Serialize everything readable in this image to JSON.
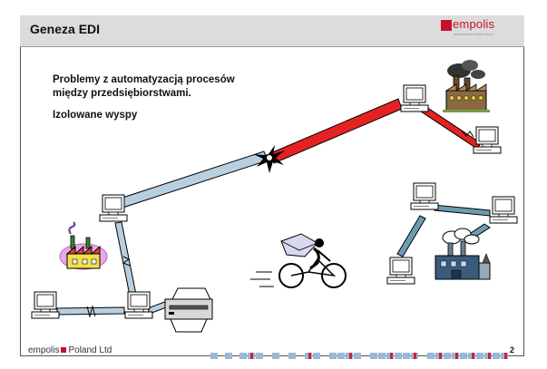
{
  "slide": {
    "title": "Geneza EDI",
    "logo_text": "empolis",
    "logo_subtext": "BERTELSMANN MEDIA GROUP",
    "problem_line1": "Problemy z automatyzacją procesów",
    "problem_line2": "między przedsiębiorstwami.",
    "isolated_islands": "Izolowane wyspy",
    "footer_company": "empolis",
    "footer_company_suffix": "Poland Ltd",
    "page_number": "2"
  },
  "colors": {
    "logo_red": "#c8102e",
    "link_blue": "#b8cfe0",
    "link_red": "#e52222",
    "link_teal": "#6b9cb2"
  },
  "icons": [
    "computer-icon",
    "factory-icon",
    "printer-icon",
    "courier-bicycle-icon",
    "smokestack-factory-icon",
    "explosion-icon"
  ]
}
